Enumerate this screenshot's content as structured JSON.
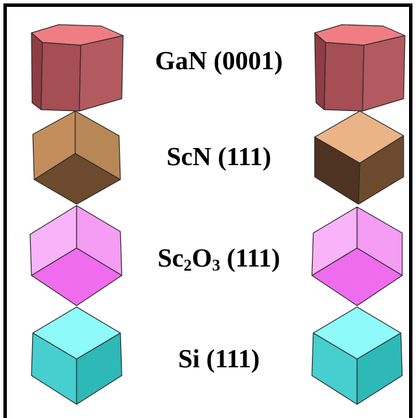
{
  "layers": [
    {
      "id": "gan",
      "formula": "GaN (0001)",
      "formula_main": "GaN (0001)",
      "color": "#b05057"
    },
    {
      "id": "scn",
      "formula": "ScN (111)",
      "formula_main": "ScN (111)",
      "color": "#c28f62"
    },
    {
      "id": "sc2o3",
      "formula": "Sc2O3 (111)",
      "formula_parts": [
        "Sc",
        "2",
        "O",
        "3",
        " (111)"
      ],
      "color": "#f07bf0"
    },
    {
      "id": "si",
      "formula": "Si (111)",
      "formula_main": "Si (111)",
      "color": "#5fe0e0"
    }
  ],
  "colors": {
    "gan_top": "#f07d84",
    "gan_front": "#a54e54",
    "gan_right": "#b85c62",
    "gan_edge": "#8e3d43",
    "scn_top": "#eab487",
    "scn_left": "#c8905f",
    "scn_right": "#b88756",
    "scn_bottom": "#6c4a2e",
    "scn_bottom_dark": "#4e3322",
    "sc2o3_light": "#f9b4f9",
    "sc2o3_mid": "#f59cf5",
    "sc2o3_dark": "#ef6cef",
    "si_top": "#8efafa",
    "si_left": "#47cfcf",
    "si_right": "#2fb8b8"
  }
}
